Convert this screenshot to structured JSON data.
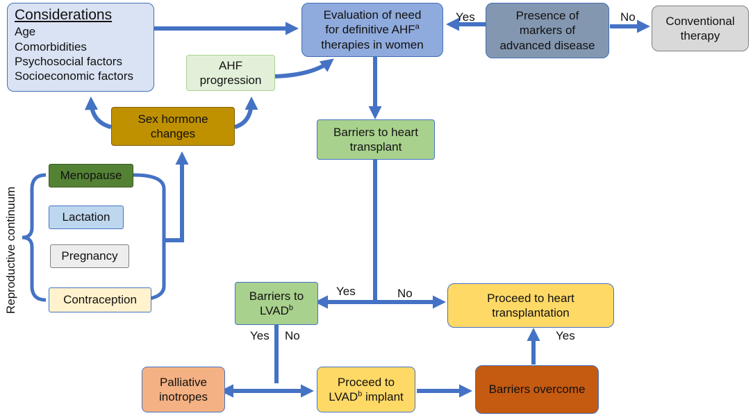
{
  "considerations": {
    "title": "Considerations",
    "items": [
      "Age",
      "Comorbidities",
      "Psychosocial factors",
      "Socioeconomic factors"
    ]
  },
  "evaluation": {
    "line1": "Evaluation of need",
    "line2a": "for definitive AHF",
    "line2sup": "a",
    "line3": "therapies in women"
  },
  "markers": {
    "line1": "Presence of",
    "line2": "markers of",
    "line3": "advanced disease"
  },
  "conventional": {
    "line1": "Conventional",
    "line2": "therapy"
  },
  "ahf_progression": {
    "line1": "AHF",
    "line2": "progression"
  },
  "sex_hormone": {
    "line1": "Sex hormone",
    "line2": "changes"
  },
  "reproductive": {
    "label": "Reproductive continuum",
    "items": [
      "Menopause",
      "Lactation",
      "Pregnancy",
      "Contraception"
    ]
  },
  "barriers_transplant": {
    "line1": "Barriers to heart",
    "line2": "transplant"
  },
  "barriers_lvad": {
    "line1": "Barriers to",
    "line2a": "LVAD",
    "line2sup": "b"
  },
  "proceed_transplant": {
    "line1": "Proceed to heart",
    "line2": "transplantation"
  },
  "palliative": {
    "line1": "Palliative",
    "line2": "inotropes"
  },
  "proceed_lvad": {
    "line1": "Proceed to",
    "line2a": "LVAD",
    "line2sup": "b",
    "line2b": " implant"
  },
  "barriers_overcome": {
    "label": "Barriers overcome"
  },
  "edge_labels": {
    "markers_yes": "Yes",
    "markers_no": "No",
    "transplant_yes": "Yes",
    "transplant_no": "No",
    "lvad_yes": "Yes",
    "lvad_no": "No",
    "overcome_yes": "Yes"
  },
  "colors": {
    "arrow": "#4472c4",
    "considerations": "#dae3f3",
    "evaluation": "#8faadc",
    "markers": "#8497b0",
    "conventional": "#d9d9d9",
    "ahf_progression": "#e2f0d9",
    "sex_hormone": "#bf9000",
    "menopause": "#548235",
    "lactation": "#bdd7ee",
    "pregnancy": "#ededed",
    "contraception": "#fff2cc",
    "barriers_green": "#a9d18e",
    "yellow": "#ffd966",
    "palliative": "#f4b183",
    "overcome": "#c55a11"
  }
}
